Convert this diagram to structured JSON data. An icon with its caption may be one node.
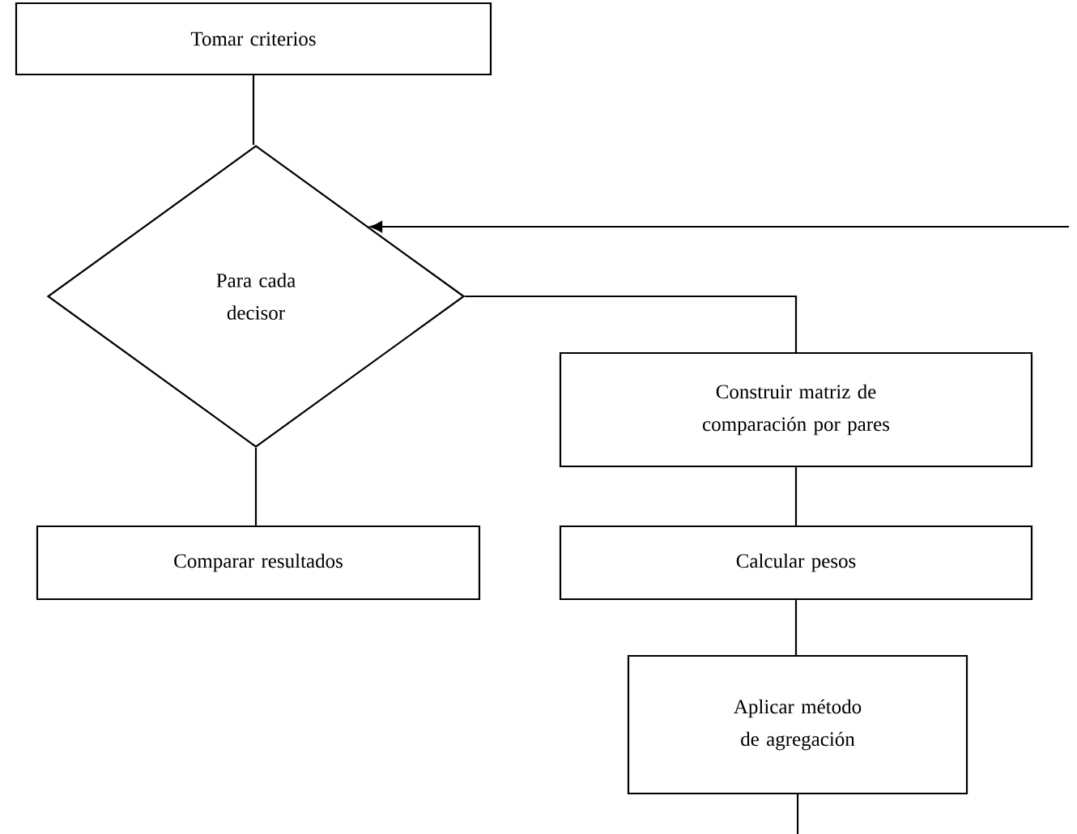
{
  "diagram": {
    "nodes": [
      {
        "text": [
          "Tomar criterios"
        ]
      },
      {
        "text": [
          "Para cada decisor"
        ]
      },
      {
        "text": [
          "Construir matriz de comparación por pares"
        ]
      },
      {
        "text": [
          "Comparar resultados"
        ]
      },
      {
        "text": [
          "Calcular pesos"
        ]
      },
      {
        "text": [
          "Aplicar método de agregación"
        ]
      }
    ],
    "edges": [
      {
        "from": 0,
        "to": 1,
        "arrow": "none"
      },
      {
        "from": null,
        "to": 1,
        "arrow": "to"
      },
      {
        "from": 1,
        "to": 2,
        "arrow": "none"
      },
      {
        "from": 1,
        "to": 3,
        "arrow": "none"
      },
      {
        "from": 2,
        "to": 4,
        "arrow": "none"
      },
      {
        "from": 4,
        "to": 5,
        "arrow": "none"
      },
      {
        "from": 5,
        "to": null,
        "arrow": "none"
      }
    ]
  }
}
